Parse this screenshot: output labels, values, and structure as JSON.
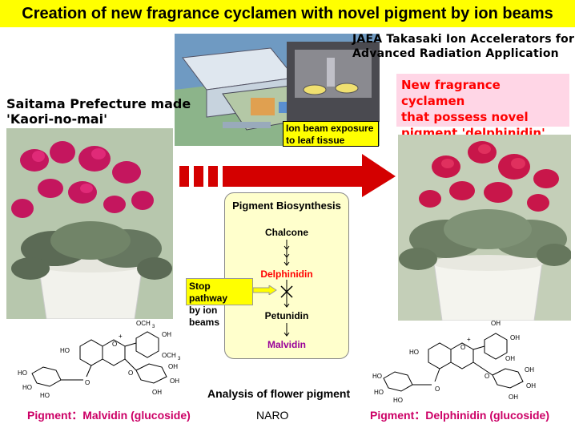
{
  "title": "Creation of new fragrance cyclamen with novel pigment by ion beams",
  "facility": {
    "label_line1": "JAEA Takasaki Ion Accelerators for",
    "label_line2": "Advanced Radiation Application",
    "exposure_line1": "Ion beam exposure",
    "exposure_line2": "to leaf tissue"
  },
  "left": {
    "label_line1": "Saitama Prefecture made",
    "label_line2": "'Kaori-no-mai'",
    "caption": "Pigment：Malvidin (glucoside)"
  },
  "right": {
    "label_line1": "New fragrance cyclamen",
    "label_line2": "that possess novel",
    "label_line3": "pigment 'delphinidin'",
    "caption": "Pigment：Delphinidin (glucoside)"
  },
  "biosynthesis": {
    "title": "Pigment Biosynthesis",
    "step1": "Chalcone",
    "step2": "Delphinidin",
    "step3": "Petunidin",
    "step4": "Malvidin",
    "stop_line1": "Stop pathway",
    "stop_line2": "by ion beams"
  },
  "bottom": {
    "analysis": "Analysis of flower pigment",
    "org": "NARO"
  },
  "chem": {
    "och3": "OCH",
    "sub3": "3",
    "oh": "OH",
    "ho": "HO",
    "o": "O",
    "plus": "+"
  },
  "colors": {
    "title_bg": "#ffff00",
    "arrow": "#d40000",
    "pink_box": "#ffd6e6",
    "caption": "#cc0066",
    "delphinidin": "#ff0000",
    "malvidin": "#990099"
  }
}
